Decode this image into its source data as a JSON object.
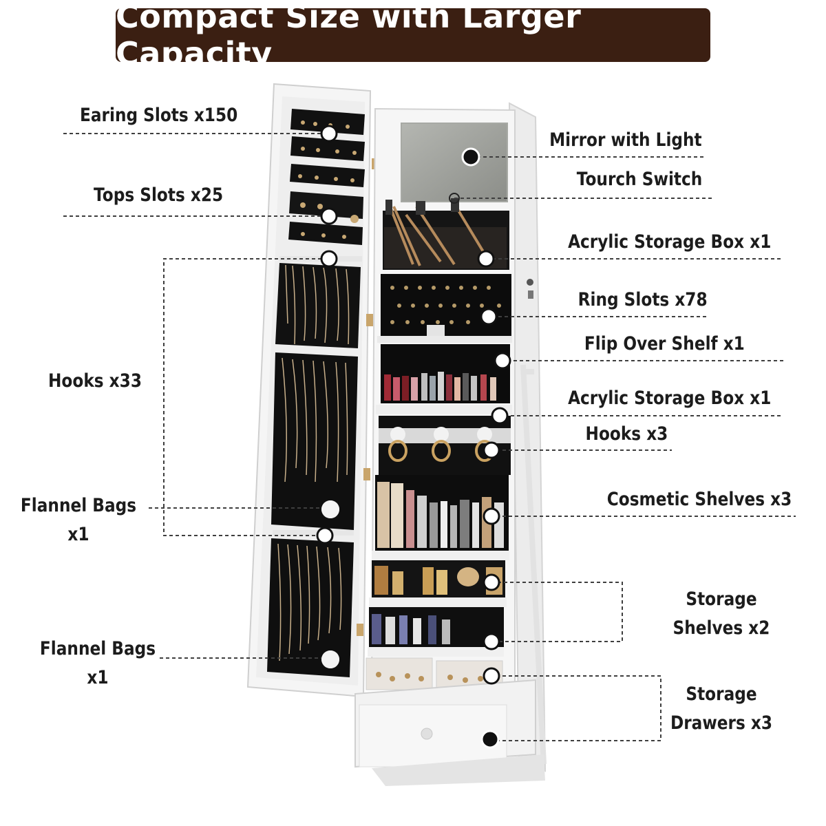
{
  "title": "Compact Size with Larger Capacity",
  "colors": {
    "banner": "#3b1f12",
    "cabinet": "#f4f4f4",
    "interior": "#0d0d0d",
    "mirror": "#a9aba6",
    "leader": "#4a4a4a"
  },
  "left_labels": {
    "earing_slots": "Earing Slots x150",
    "tops_slots": "Tops Slots x25",
    "hooks": "Hooks x33",
    "flannel_bags_1": {
      "line1": "Flannel Bags",
      "line2": "x1"
    },
    "flannel_bags_2": {
      "line1": "Flannel Bags",
      "line2": "x1"
    }
  },
  "right_labels": {
    "mirror_light": "Mirror with Light",
    "touch_switch": "Tourch Switch",
    "acrylic_box_1": "Acrylic Storage Box x1",
    "ring_slots": "Ring Slots x78",
    "flip_shelf": "Flip Over Shelf x1",
    "acrylic_box_2": "Acrylic Storage Box x1",
    "hooks_3": "Hooks x3",
    "cosmetic_shelves": "Cosmetic Shelves x3",
    "storage_shelves": {
      "line1": "Storage",
      "line2": "Shelves x2"
    },
    "storage_drawers": {
      "line1": "Storage",
      "line2": "Drawers x3"
    }
  },
  "icons": [
    "marker-dot",
    "cabinet-illustration"
  ]
}
